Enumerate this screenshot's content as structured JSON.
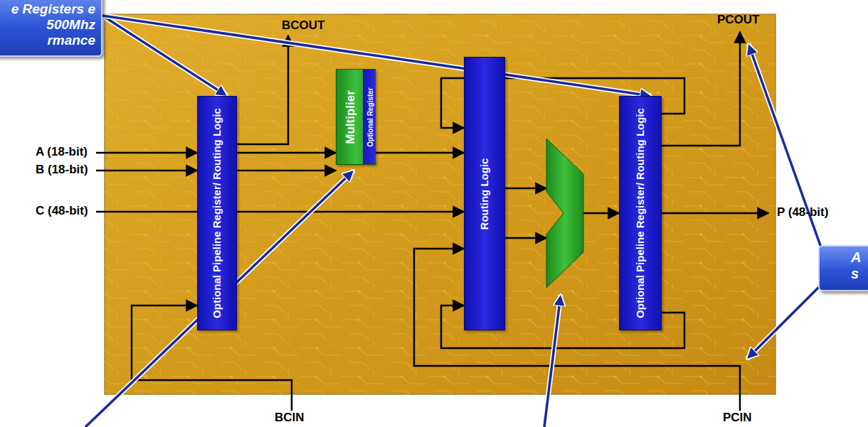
{
  "diagram": {
    "nodes": [
      {
        "text": [
          "e Registers e 500Mhz rmance"
        ]
      },
      {
        "text": [
          "Optional Pipeline Register/ Routing Logic"
        ]
      },
      {
        "text": [
          "Multiplier",
          "Optional Register"
        ]
      },
      {
        "text": [
          "Routing Logic"
        ]
      },
      {
        "text": [
          "Optional Pipeline Register/ Routing Logic"
        ]
      },
      {
        "text": [
          "A s"
        ]
      }
    ],
    "edges": [
      {
        "from": 0,
        "to": 1,
        "arrow": "to"
      },
      {
        "from": 0,
        "to": 4,
        "arrow": "to"
      },
      {
        "from": 1,
        "to": 2,
        "arrow": "to"
      },
      {
        "from": 2,
        "to": 3,
        "arrow": "to"
      }
    ],
    "labels": [
      "BCOUT",
      "PCOUT",
      "A (18-bit)",
      "B (18-bit)",
      "C (48-bit)",
      "P (48-bit)",
      "BCIN",
      "PCIN"
    ]
  }
}
